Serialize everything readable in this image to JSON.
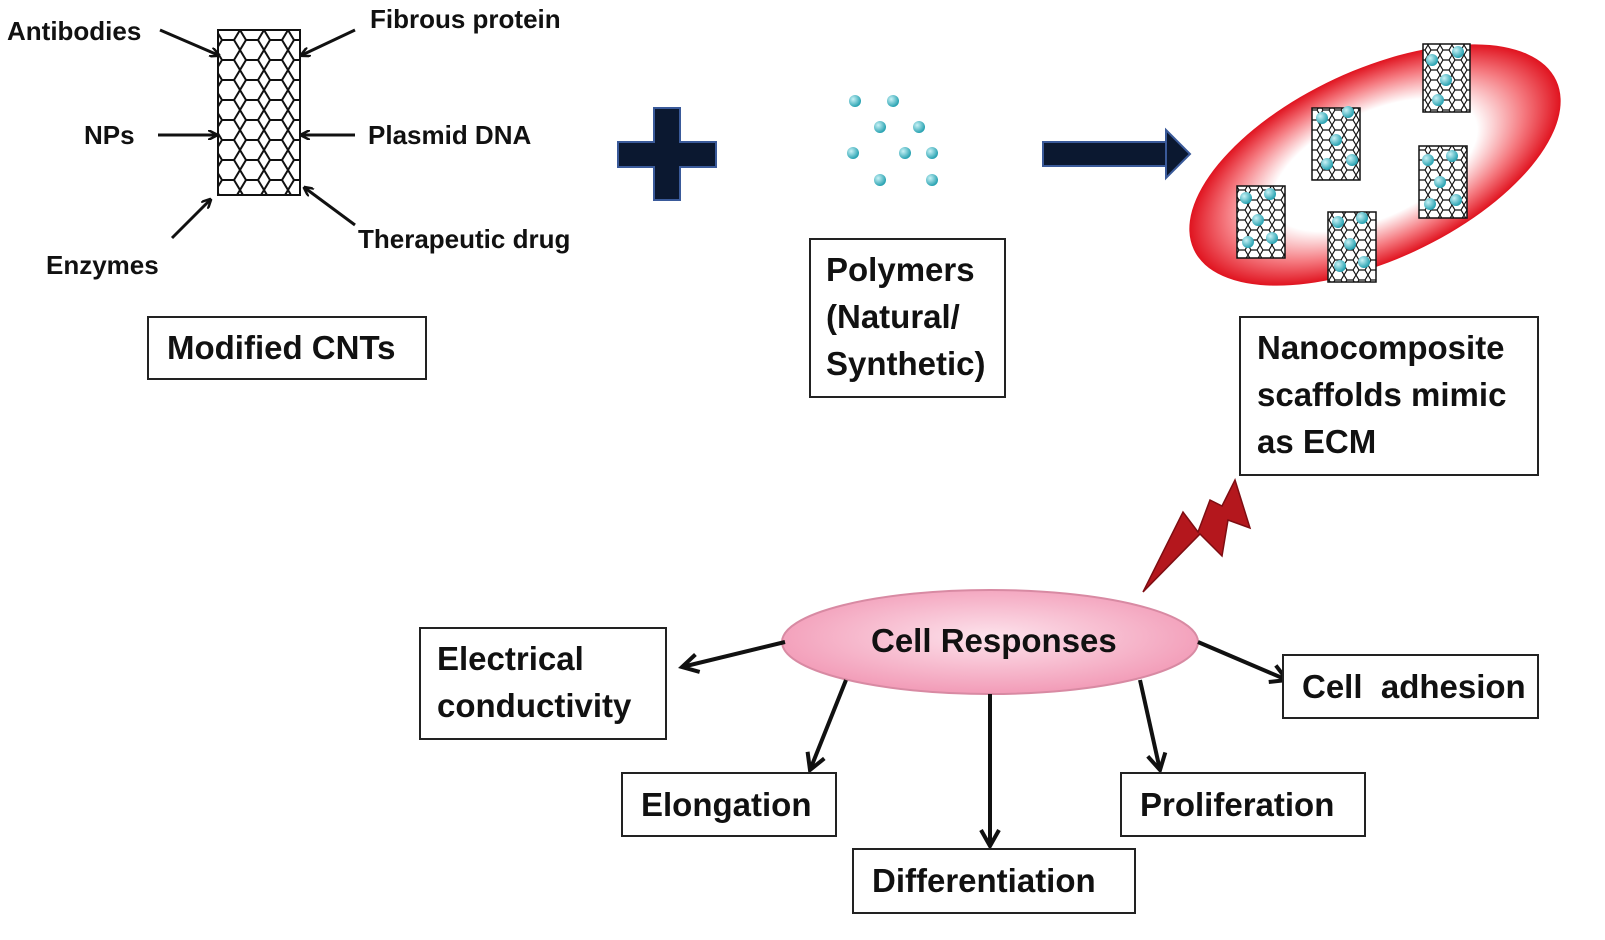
{
  "cnt_labels": {
    "antibodies": "Antibodies",
    "fibrous_protein": "Fibrous protein",
    "nps": "NPs",
    "plasmid_dna": "Plasmid DNA",
    "enzymes": "Enzymes",
    "therapeutic_drug": "Therapeutic drug"
  },
  "modified_cnts": "Modified CNTs",
  "polymers": {
    "line1": "Polymers",
    "line2": "(Natural/",
    "line3": "Synthetic)"
  },
  "scaffold": {
    "line1": "Nanocomposite",
    "line2": "scaffolds mimic",
    "line3": "as ECM"
  },
  "cell_responses": "Cell Responses",
  "responses": {
    "electrical_line1": "Electrical",
    "electrical_line2": "conductivity",
    "cell_adhesion": "Cell  adhesion",
    "elongation": "Elongation",
    "differentiation": "Differentiation",
    "proliferation": "Proliferation"
  },
  "colors": {
    "plus_fill": "#0b1830",
    "plus_edge": "#3a5a9a",
    "arrow_fill": "#0b1830",
    "dot": "#37b7c4",
    "scaffold_red": "#e0131f",
    "ellipse_pink": "#f6aec4",
    "lightning": "#b4171d"
  }
}
